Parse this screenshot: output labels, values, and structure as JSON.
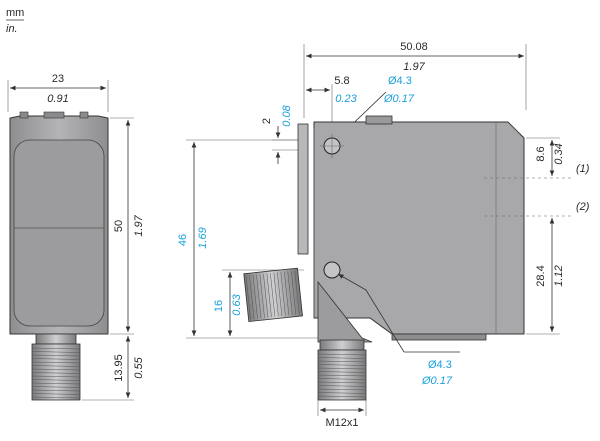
{
  "units": {
    "primary": "mm",
    "secondary": "in."
  },
  "front_view": {
    "width_mm": "23",
    "width_in": "0.91",
    "height_mm": "50",
    "height_in": "1.97",
    "connector_mm": "13.95",
    "connector_in": "0.55"
  },
  "side_view": {
    "length_mm": "50.08",
    "length_in": "1.97",
    "hole_offset_mm": "5.8",
    "hole_offset_in": "0.23",
    "hole_top_diam_mm": "Ø4.3",
    "hole_top_diam_in": "Ø0.17",
    "hole_depth_mm": "2",
    "hole_depth_in": "0.08",
    "hole_spacing_mm": "46",
    "hole_spacing_in": "1.69",
    "connector_height_mm": "16",
    "connector_height_in": "0.63",
    "axis1_offset_mm": "8.6",
    "axis1_offset_in": "0.34",
    "axis2_offset_mm": "28.4",
    "axis2_offset_in": "1.12",
    "axis1_label": "(1)",
    "axis2_label": "(2)",
    "hole_bottom_diam_mm": "Ø4.3",
    "hole_bottom_diam_in": "Ø0.17",
    "thread_label": "M12x1"
  },
  "colors": {
    "body": "#a8a8aa",
    "outline": "#333333",
    "metric": "#2a2a2a",
    "imperial_blue": "#1aa0dc"
  }
}
